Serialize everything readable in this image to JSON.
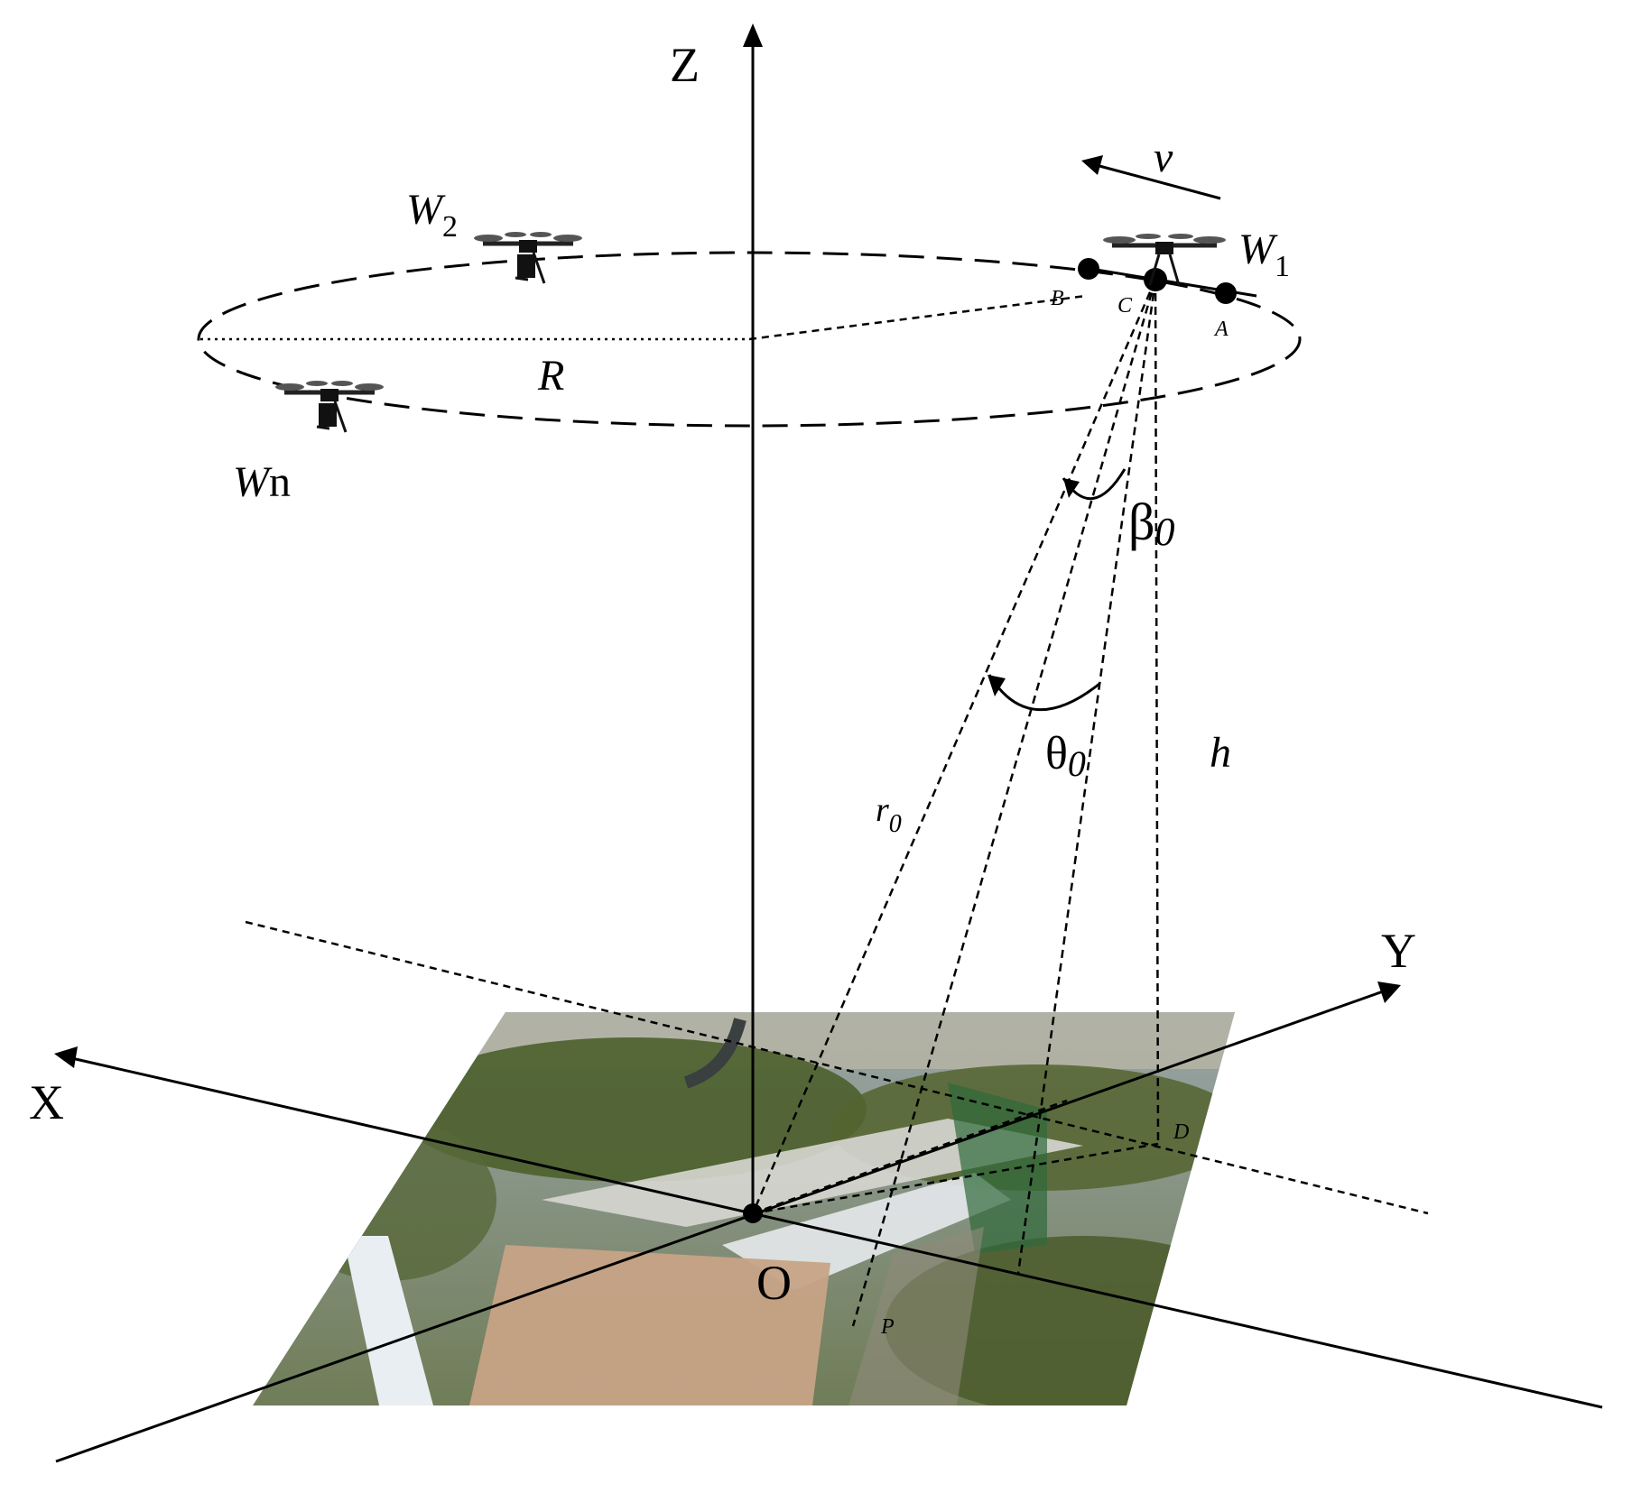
{
  "axes": {
    "z": "Z",
    "x": "X",
    "y": "Y",
    "origin": "O"
  },
  "drones": [
    {
      "name": "W",
      "sub": "1"
    },
    {
      "name": "W",
      "sub": "2"
    },
    {
      "name": "W",
      "sub": "n"
    }
  ],
  "points": {
    "a": "A",
    "b": "B",
    "c": "C",
    "d": "D",
    "p": "P"
  },
  "symbols": {
    "velocity": "v",
    "radius": "R",
    "height": "h",
    "range": "r",
    "range_sub": "0",
    "beta": "β",
    "beta_sub": "0",
    "theta": "θ",
    "theta_sub": "0"
  },
  "colors": {
    "line": "#000000",
    "ground_vegetation": "#5f6f3a",
    "ground_soil": "#c9a98a",
    "ground_road": "#cfd3d6",
    "ground_building": "#e4e8ec"
  }
}
